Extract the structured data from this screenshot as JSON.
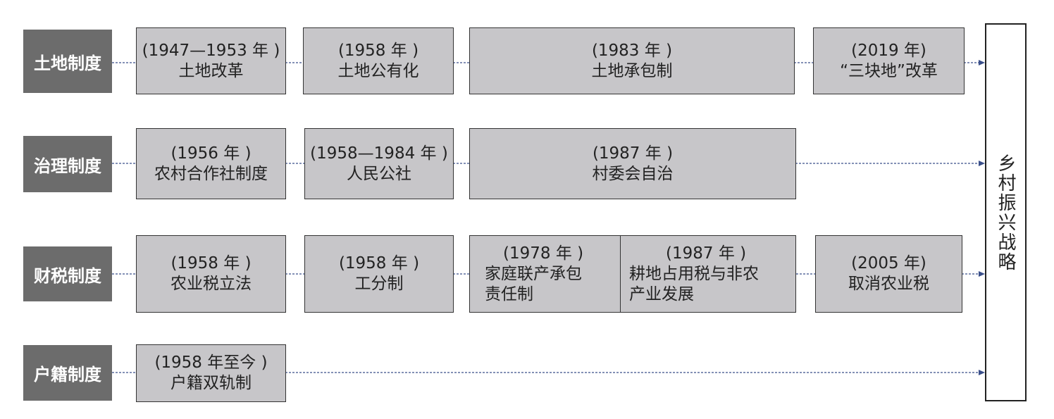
{
  "categories": [
    "土地制度",
    "治理制度",
    "财税制度",
    "户籍制度"
  ],
  "goal": "乡村振兴战略",
  "rows": [
    {
      "boxes": [
        {
          "year": "(1947—1953 年 )",
          "name": "土地改革"
        },
        {
          "year": "(1958 年 )",
          "name": "土地公有化"
        },
        {
          "year": "(1983 年 )",
          "name": "土地承包制"
        },
        {
          "year": "(2019 年)",
          "name": "“三块地”改革"
        }
      ]
    },
    {
      "boxes": [
        {
          "year": "(1956 年 )",
          "name": "农村合作社制度"
        },
        {
          "year": "(1958—1984 年 )",
          "name": "人民公社"
        },
        {
          "year": "(1987 年 )",
          "name": "村委会自治"
        }
      ]
    },
    {
      "boxes": [
        {
          "year": "(1958 年 )",
          "name": "农业税立法"
        },
        {
          "year": "(1958 年 )",
          "name": "工分制"
        },
        {
          "year": "(1978 年 )",
          "name_lines": [
            "家庭联产承包",
            "责任制"
          ]
        },
        {
          "year": "(1987 年 )",
          "name_lines": [
            "耕地占用税与非农",
            "产业发展"
          ]
        },
        {
          "year": "(2005 年)",
          "name": "取消农业税"
        }
      ]
    },
    {
      "boxes": [
        {
          "year": "(1958 年至今 )",
          "name": "户籍双轨制"
        }
      ]
    }
  ],
  "colors": {
    "category_bg": "#6c6c6c",
    "box_bg": "#c7c6c9",
    "connector": "#3a4f8a"
  }
}
